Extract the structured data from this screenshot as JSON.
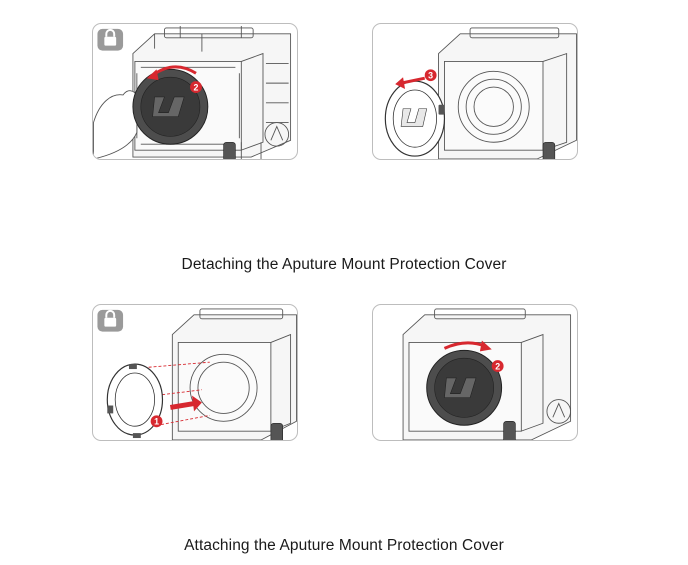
{
  "captions": {
    "detach": "Detaching the Aputure Mount Protection Cover",
    "attach": "Attaching the Aputure Mount Protection Cover"
  },
  "steps": {
    "p1_a": "1",
    "p1_b": "2",
    "p2_a": "3",
    "p3_a": "1",
    "p4_a": "2"
  },
  "colors": {
    "accent": "#d7282f",
    "line": "#555555",
    "frame": "#bdbdbd",
    "lock": "#9a9a9a"
  },
  "icons": {
    "lock": "lock-icon",
    "arrow": "arrow-icon",
    "rotate": "rotate-arrow-icon"
  }
}
